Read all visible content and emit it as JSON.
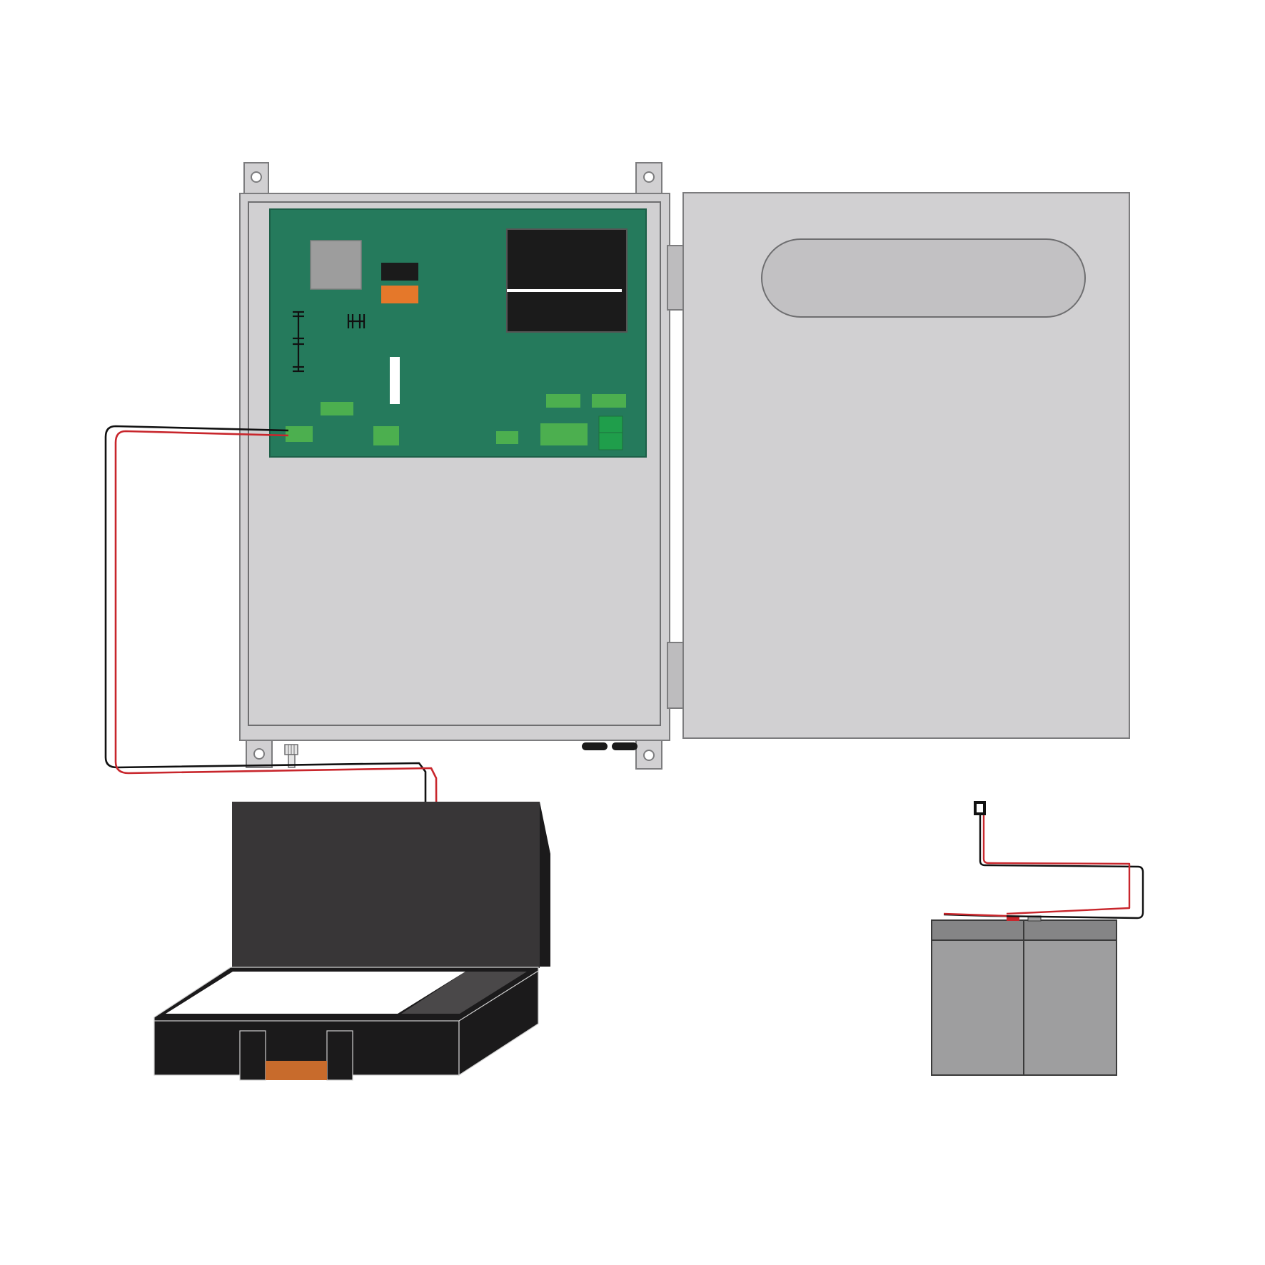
{
  "diagram": {
    "subject": "enclosure-battery-wiring",
    "components": [
      {
        "id": "enclosure",
        "kind": "metal-enclosure"
      },
      {
        "id": "door",
        "kind": "hinged-door"
      },
      {
        "id": "circuit-board",
        "kind": "pcb"
      },
      {
        "id": "battery-box",
        "kind": "open-battery-case"
      },
      {
        "id": "battery",
        "kind": "sealed-lead-acid-battery"
      },
      {
        "id": "battery-lead",
        "kind": "wire-pair-with-connector"
      }
    ],
    "wires": [
      {
        "id": "black-wire",
        "color": "black"
      },
      {
        "id": "red-wire",
        "color": "red"
      }
    ]
  },
  "colors": {
    "background": "#ffffff",
    "enclosure": "#d1d0d2",
    "enclosure_outline": "#7c7c7e",
    "door_window": "#c2c1c3",
    "pcb": "#257a5c",
    "pcb_connector": "#4caf4f",
    "pcb_connector_dark": "#1f9e4b",
    "pcb_grey_chip": "#9d9d9d",
    "pcb_orange": "#e5782a",
    "pcb_black": "#1b1b1b",
    "battery_box_lid": "#383637",
    "battery_box_body": "#1b1a1b",
    "battery_box_tray": "#4a4849",
    "battery_box_orange": "#c86b2c",
    "battery_case": "#9e9e9f",
    "battery_top": "#858586",
    "wire_black": "#111111",
    "wire_red": "#c8262c"
  }
}
